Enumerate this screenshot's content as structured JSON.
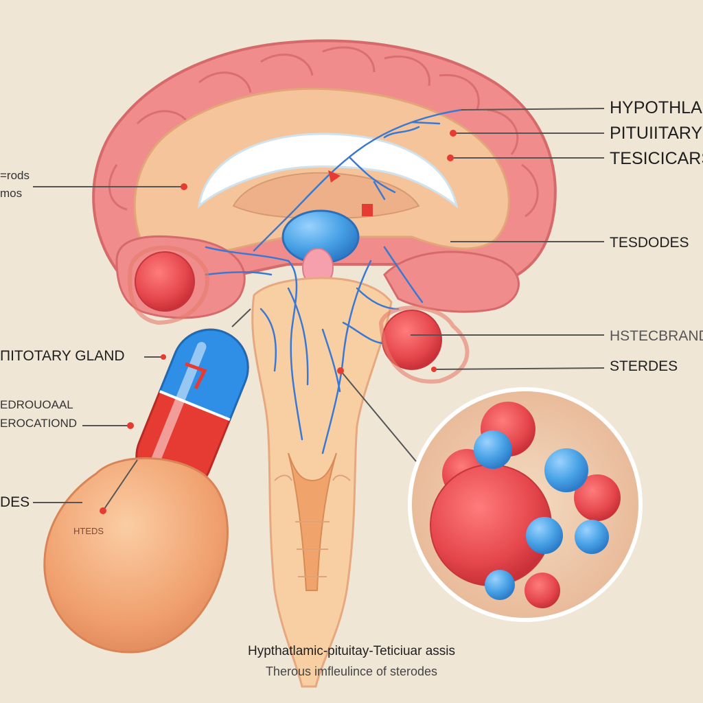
{
  "labels": {
    "right": {
      "hypothal": "HYPOTHLAL",
      "pituitary": "PITUIITARY",
      "tesicicars": "TESICICARS",
      "tesdodes": "TESDODES",
      "hstecbrand": "HSTECBRAND",
      "sterdes": "STERDES"
    },
    "left": {
      "top_line1": "=rods",
      "top_line2": "mos",
      "pituitary_gland": "ПITOTARY GLAND",
      "mid_line1": "EDROUOAAL",
      "mid_line2": "EROCATIOND",
      "bottom": "DES"
    },
    "testis_text": "HTEDS",
    "caption": {
      "title": "Hypthatlamic-pituitay-Teticiuar assis",
      "subtitle": "Therous imfleulince of sterodes"
    }
  },
  "colors": {
    "background": "#efe6d6",
    "cortex_pink": "#f08c8c",
    "cortex_peach": "#f6c49a",
    "stem_peach": "#f7cfa3",
    "vessel_blue": "#3a78d2",
    "gland_red": "#e5474d",
    "cell_blue": "#4aa3e6",
    "capsule_blue": "#2f8fe6",
    "capsule_red": "#e63b32"
  }
}
